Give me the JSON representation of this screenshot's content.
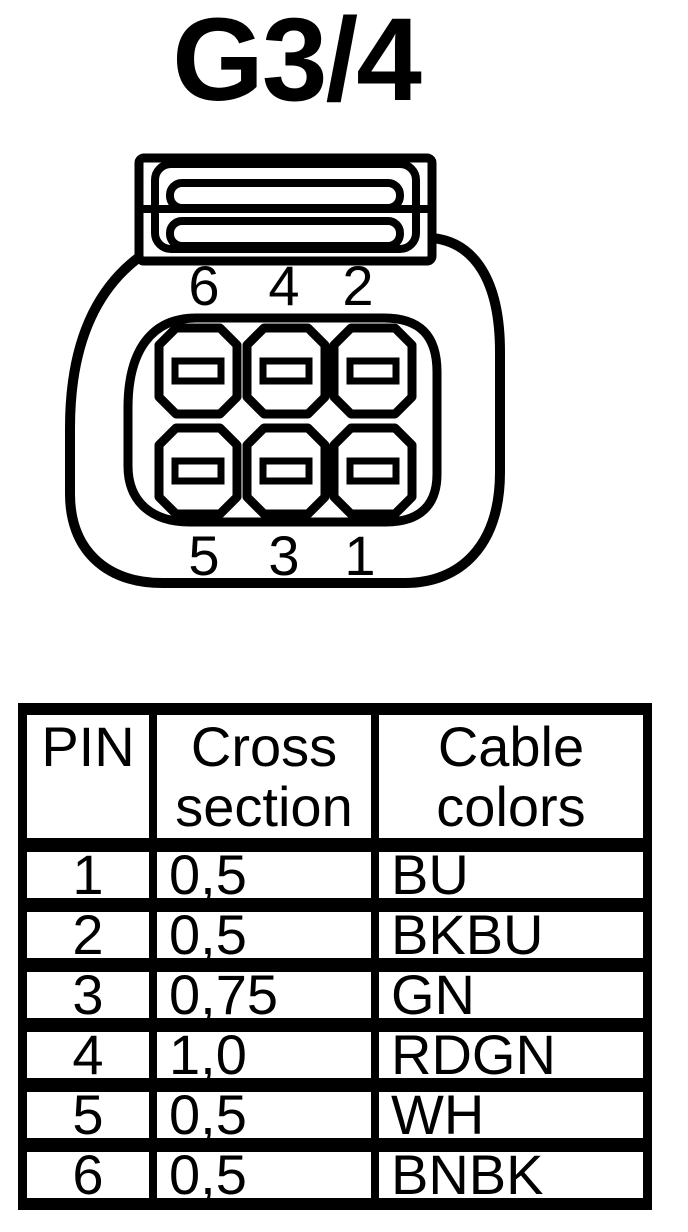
{
  "title": "G3/4",
  "connector": {
    "name": "G3/4",
    "pin_count": 6,
    "top_row_pin_labels": [
      "6",
      "4",
      "2"
    ],
    "bottom_row_pin_labels": [
      "5",
      "3",
      "1"
    ]
  },
  "table": {
    "headers": {
      "pin": "PIN",
      "cross_section": "Cross section",
      "cable_colors": "Cable colors"
    },
    "rows": [
      {
        "pin": "1",
        "cross_section": "0,5",
        "cable_color": "BU"
      },
      {
        "pin": "2",
        "cross_section": "0,5",
        "cable_color": "BKBU"
      },
      {
        "pin": "3",
        "cross_section": "0,75",
        "cable_color": "GN"
      },
      {
        "pin": "4",
        "cross_section": "1,0",
        "cable_color": "RDGN"
      },
      {
        "pin": "5",
        "cross_section": "0,5",
        "cable_color": "WH"
      },
      {
        "pin": "6",
        "cross_section": "0,5",
        "cable_color": "BNBK"
      }
    ]
  },
  "colors": {
    "line": "#000000",
    "background": "#ffffff"
  }
}
